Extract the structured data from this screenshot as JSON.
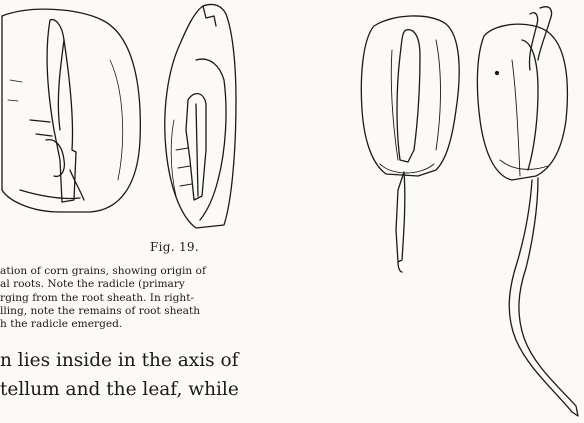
{
  "figure": {
    "number_label": "Fig. 19.",
    "caption_lines": [
      "ation of corn grains, showing origin of",
      "al roots.   Note the radicle (primary",
      "rging from the root sheath.   In right-",
      "lling, note the remains of root sheath",
      "h the radicle emerged."
    ]
  },
  "body_text_lines": [
    "n lies inside in the axis of",
    "tellum and the leaf, while"
  ]
}
